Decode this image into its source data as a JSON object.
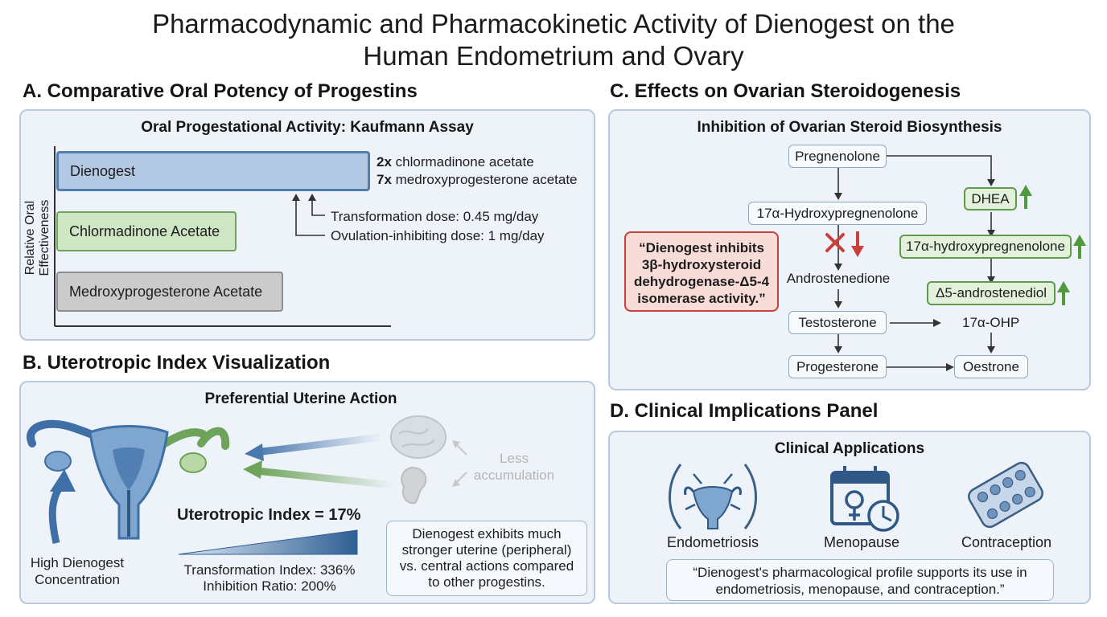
{
  "title_line1": "Pharmacodynamic and Pharmacokinetic Activity of Dienogest on the",
  "title_line2": "Human Endometrium and Ovary",
  "sectionA": {
    "heading": "A. Comparative Oral Potency of Progestins",
    "panel_title": "Oral Progestational Activity: Kaufmann Assay",
    "y_axis_label": "Relative Oral Effectiveness",
    "bars": [
      {
        "label": "Dienogest",
        "value": 7
      },
      {
        "label": "Chlormadinone Acetate",
        "value": 3.5
      },
      {
        "label": "Medroxyprogesterone Acetate",
        "value": 4.5
      }
    ],
    "comparison1_bold": "2x",
    "comparison1_rest": " chlormadinone acetate",
    "comparison2_bold": "7x",
    "comparison2_rest": " medroxyprogesterone acetate",
    "dose1": "Transformation dose: 0.45 mg/day",
    "dose2": "Ovulation-inhibiting dose: 1 mg/day"
  },
  "sectionB": {
    "heading": "B. Uterotropic Index Visualization",
    "panel_title": "Preferential Uterine Action",
    "less_line1": "Less",
    "less_line2": "accumulation",
    "high_line1": "High Dienogest",
    "high_line2": "Concentration",
    "index": "Uterotropic Index = 17%",
    "transformation_index": "Transformation Index: 336%",
    "inhibition_ratio": "Inhibition Ratio: 200%",
    "note_line1": "Dienogest exhibits much",
    "note_line2": "stronger uterine (peripheral)",
    "note_line3": "vs. central actions compared",
    "note_line4": "to other progestins."
  },
  "sectionC": {
    "heading": "C. Effects on Ovarian Steroidogenesis",
    "panel_title": "Inhibition of Ovarian Steroid Biosynthesis",
    "nodes": {
      "pregnenolone": "Pregnenolone",
      "hydroxypregnenolone": "17α-Hydroxypregnenolone",
      "androstenedione": "Androstenedione",
      "testosterone": "Testosterone",
      "progesterone": "Progesterone",
      "dhea": "DHEA",
      "hydroxypregnenolone_green": "17α-hydroxypregnenolone",
      "androstenediol": "Δ5-androstenediol",
      "ohp": "17α-OHP",
      "oestrone": "Oestrone"
    },
    "quote_line1": "“Dienogest inhibits",
    "quote_line2": "3β-hydroxysteroid",
    "quote_line3": "dehydrogenase-Δ5-4",
    "quote_line4": "isomerase activity.”",
    "colors": {
      "increase": "#4e9a3d",
      "decrease": "#c9403a"
    }
  },
  "sectionD": {
    "heading": "D. Clinical Implications Panel",
    "panel_title": "Clinical Applications",
    "items": [
      {
        "label": "Endometriosis",
        "icon": "uterus-icon"
      },
      {
        "label": "Menopause",
        "icon": "calendar-clock-icon"
      },
      {
        "label": "Contraception",
        "icon": "pill-pack-icon"
      }
    ],
    "summary_line1": "“Dienogest's pharmacological profile supports its use in",
    "summary_line2": "endometriosis, menopause, and contraception.”"
  }
}
